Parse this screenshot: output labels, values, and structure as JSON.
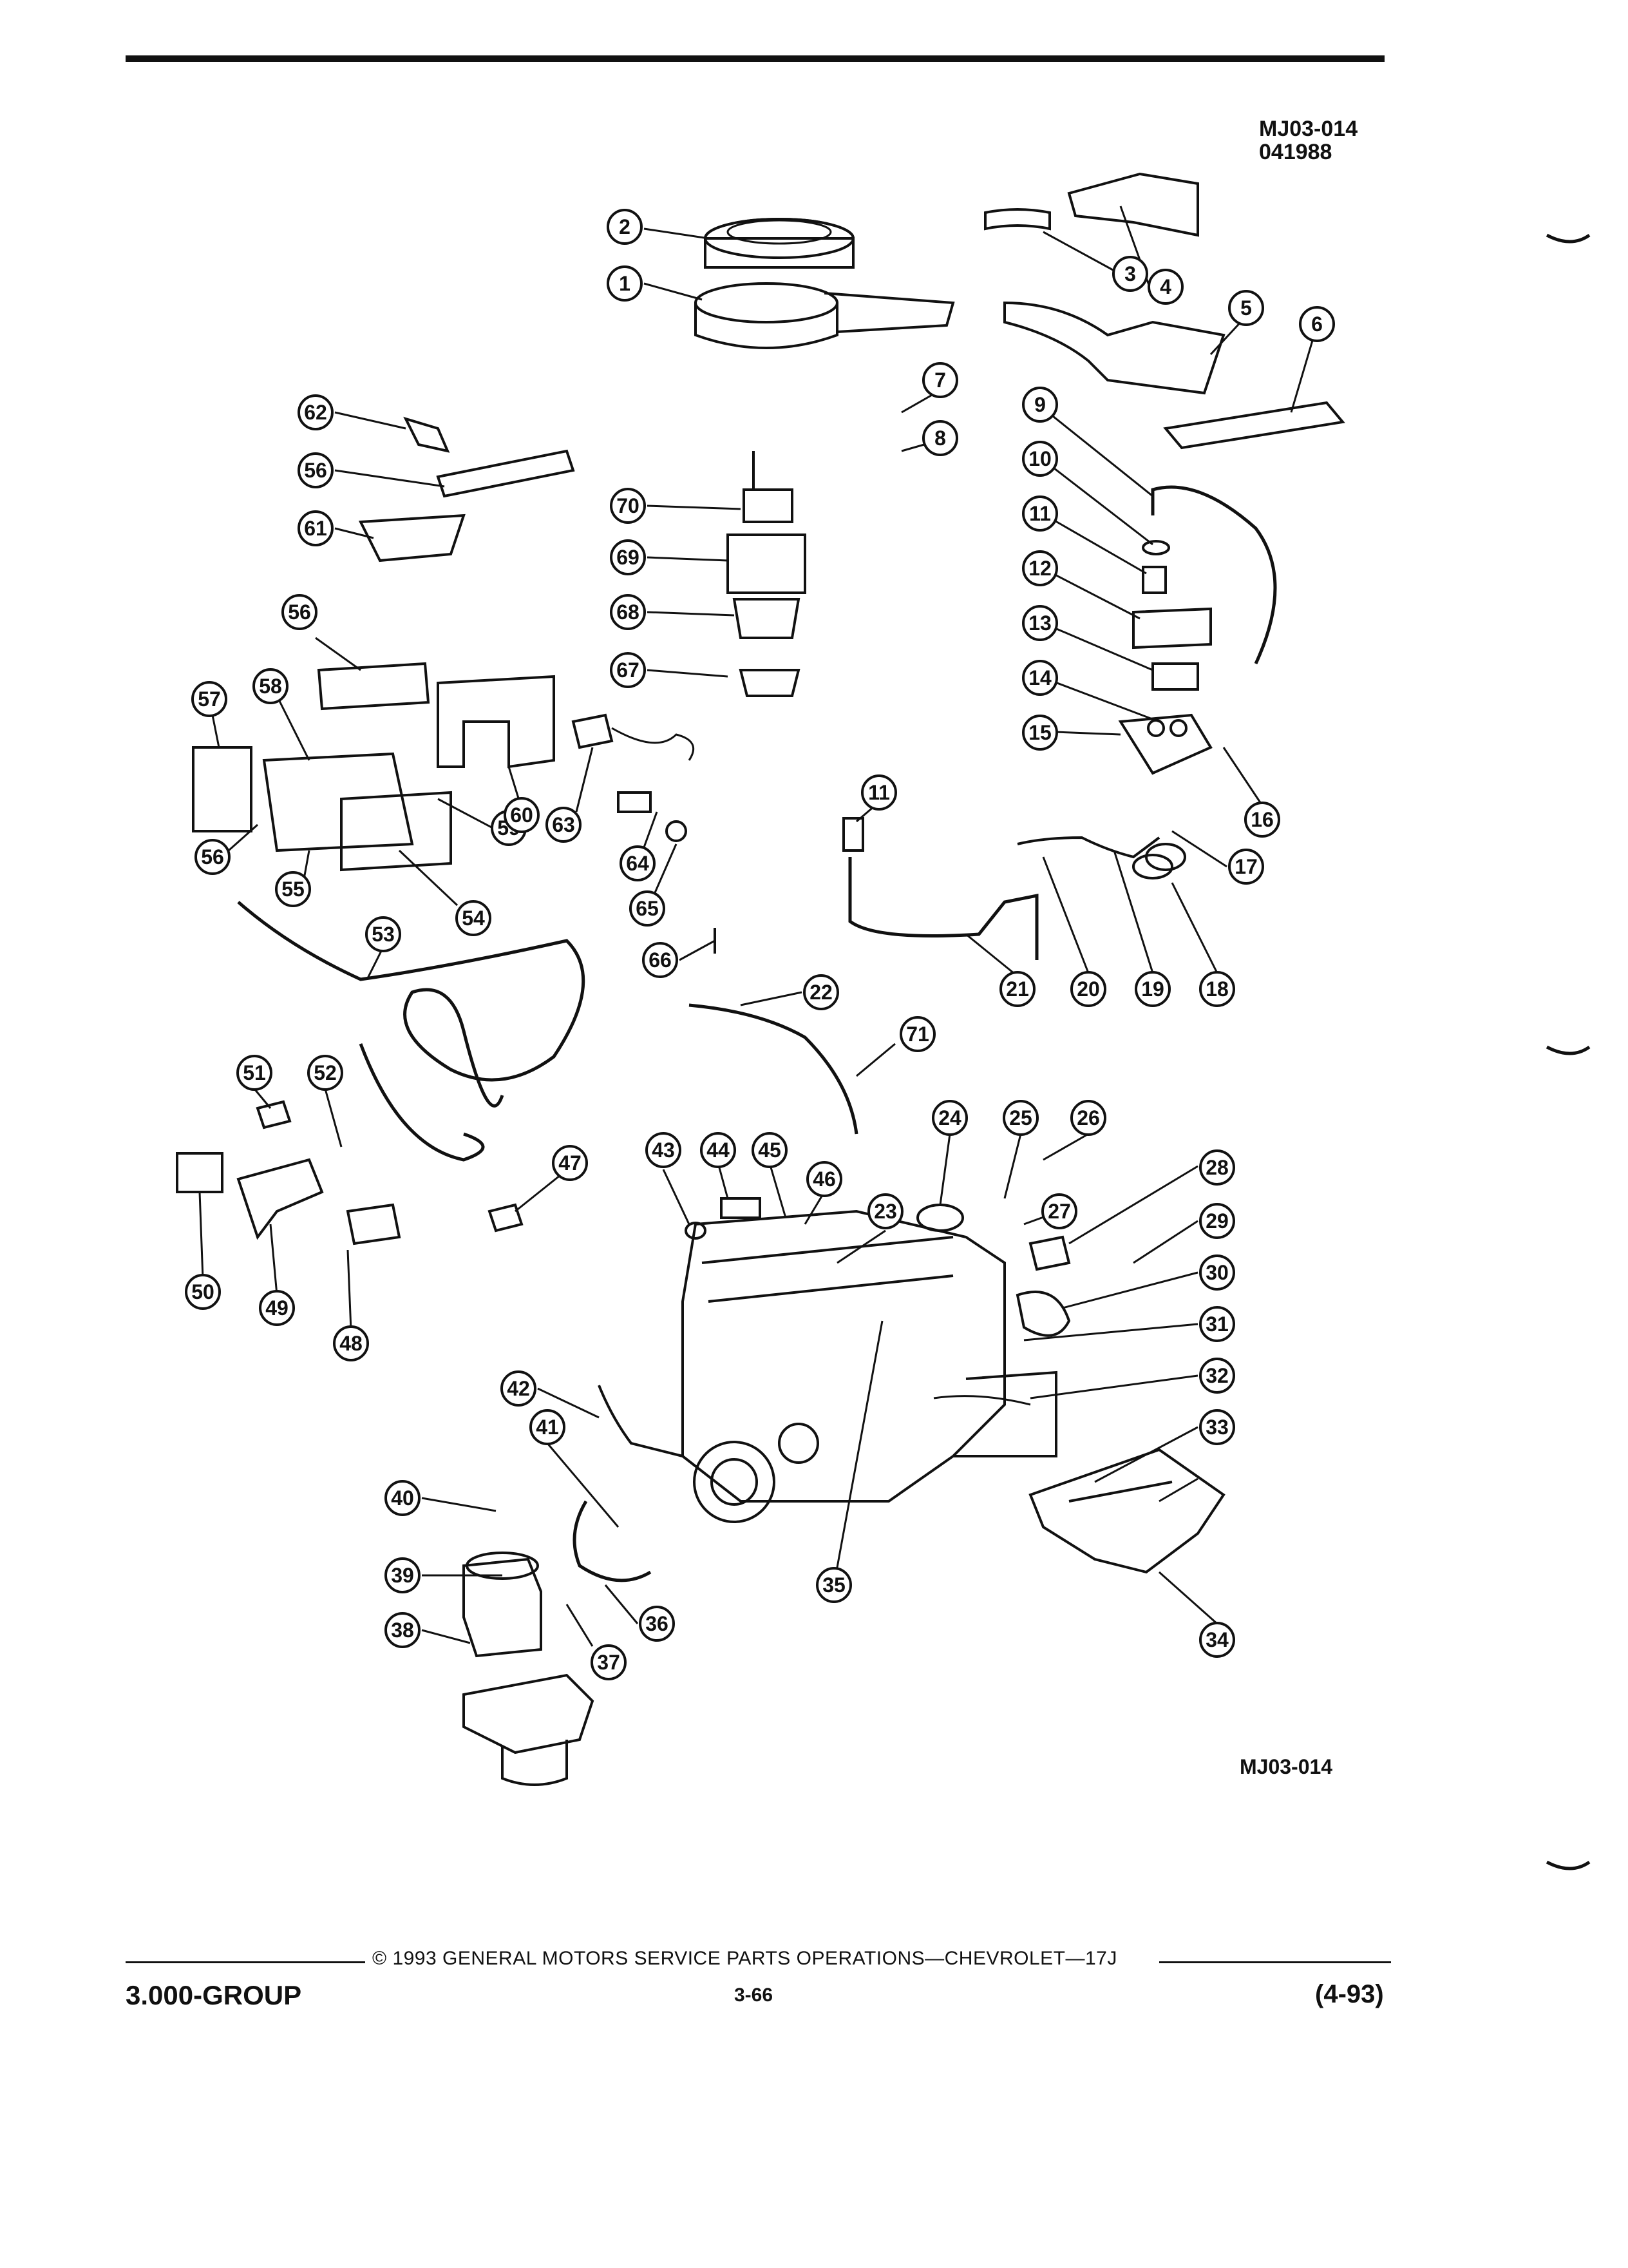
{
  "header": {
    "figure_code": "MJ03-014",
    "figure_date": "041988"
  },
  "diagram": {
    "callouts": [
      "1",
      "2",
      "3",
      "4",
      "5",
      "6",
      "7",
      "8",
      "9",
      "10",
      "11",
      "12",
      "13",
      "14",
      "15",
      "16",
      "17",
      "18",
      "19",
      "20",
      "21",
      "22",
      "23",
      "24",
      "25",
      "26",
      "27",
      "28",
      "29",
      "30",
      "31",
      "32",
      "33",
      "34",
      "35",
      "36",
      "37",
      "38",
      "39",
      "40",
      "41",
      "42",
      "43",
      "44",
      "45",
      "46",
      "47",
      "48",
      "49",
      "50",
      "51",
      "52",
      "53",
      "54",
      "55",
      "56",
      "57",
      "58",
      "59",
      "60",
      "61",
      "62",
      "63",
      "64",
      "65",
      "66",
      "67",
      "68",
      "69",
      "70",
      "71"
    ],
    "bottom_code": "MJ03-014"
  },
  "footer": {
    "copyright": "© 1993 GENERAL MOTORS SERVICE PARTS OPERATIONS—CHEVROLET—17J",
    "group": "3.000-GROUP",
    "page": "3-66",
    "date": "(4-93)"
  }
}
